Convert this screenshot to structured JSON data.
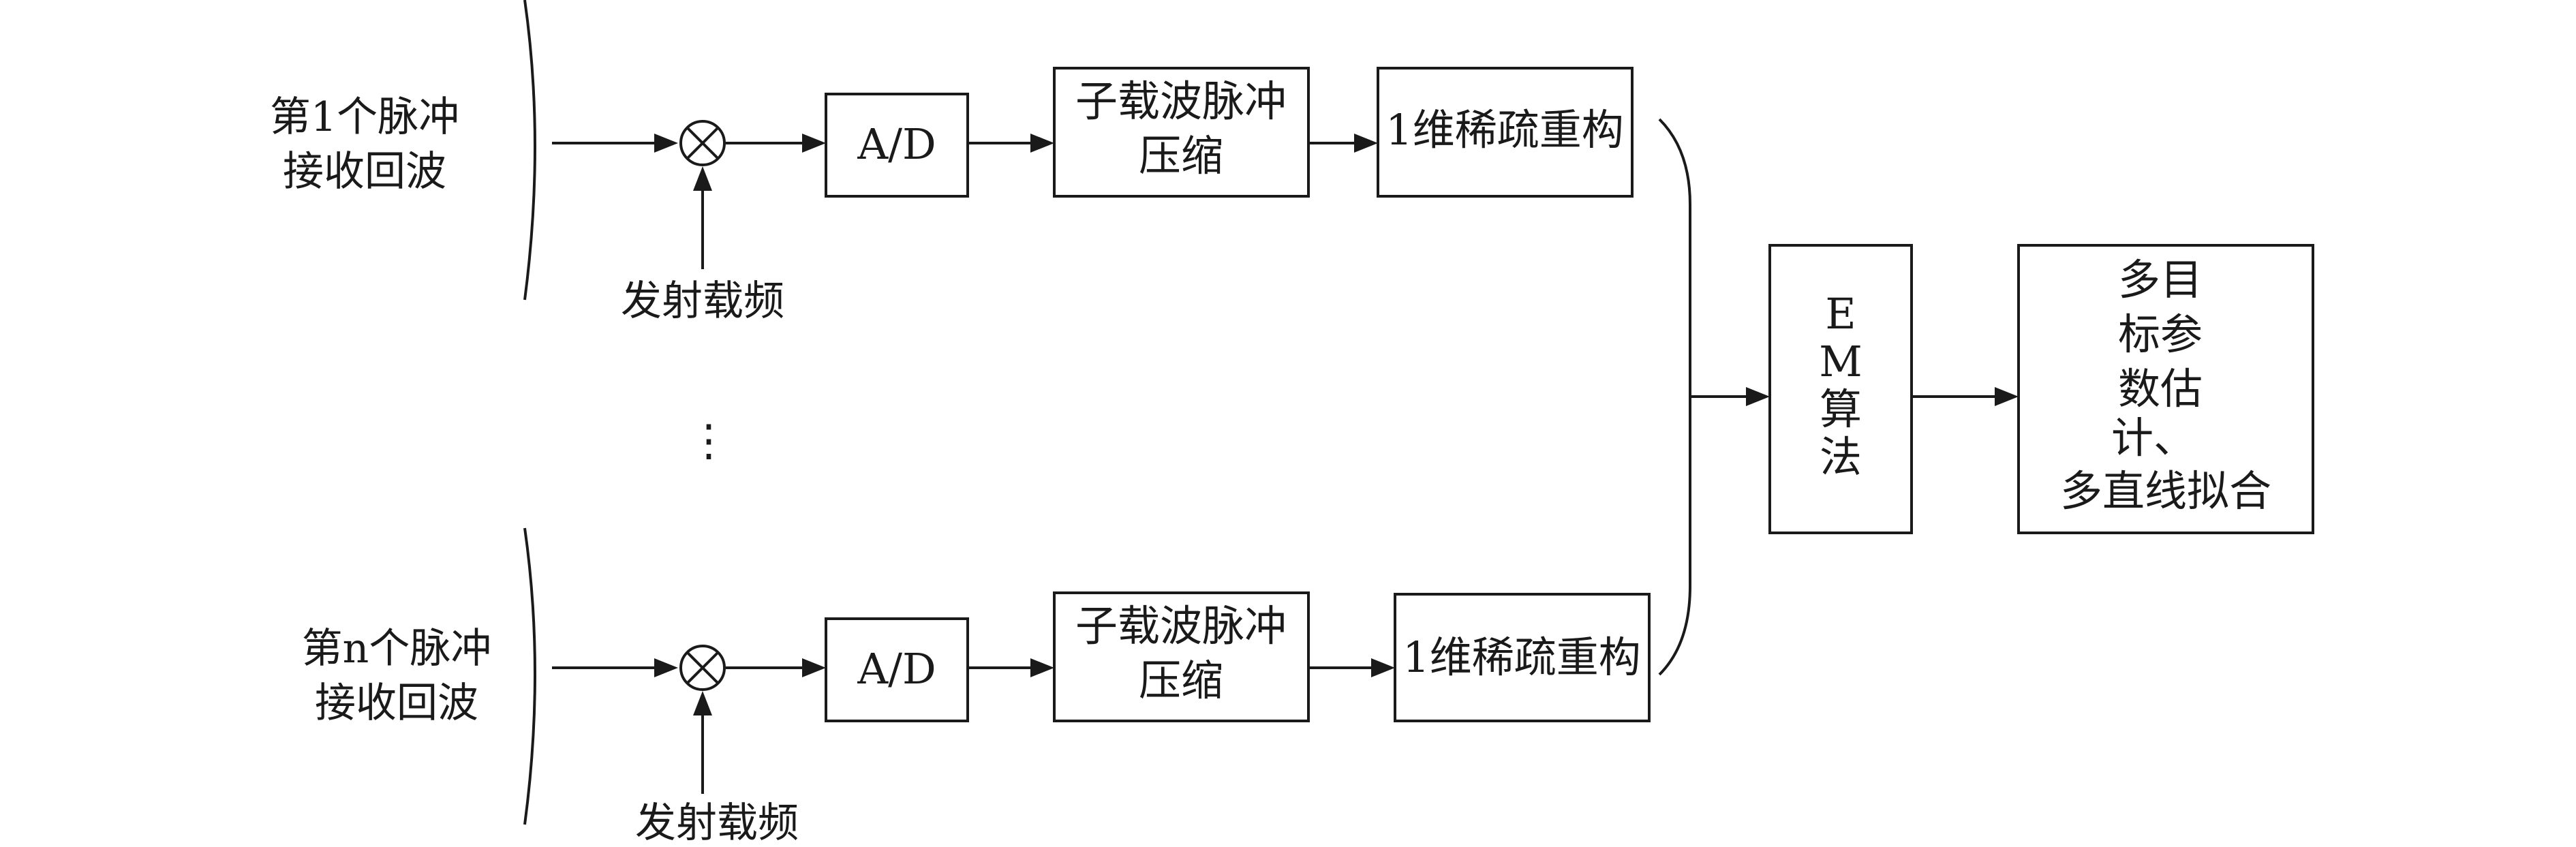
{
  "branches": [
    {
      "input_label": [
        "第1个脉冲",
        "接收回波"
      ],
      "carrier_label": "发射载频",
      "adc_label": "A/D",
      "compress_label": [
        "子载波脉冲",
        "压缩"
      ],
      "recon_label": "1维稀疏重构"
    },
    {
      "input_label": [
        "第n个脉冲",
        "接收回波"
      ],
      "carrier_label": "发射载频",
      "adc_label": "A/D",
      "compress_label": [
        "子载波脉冲",
        "压缩"
      ],
      "recon_label": "1维稀疏重构"
    }
  ],
  "ellipsis": "⋮",
  "em_block": [
    "E",
    "M",
    "算",
    "法"
  ],
  "output_block": [
    "多目",
    "标参",
    "数估",
    "计、",
    "多直线拟合"
  ],
  "mixer_symbol": "⊗"
}
